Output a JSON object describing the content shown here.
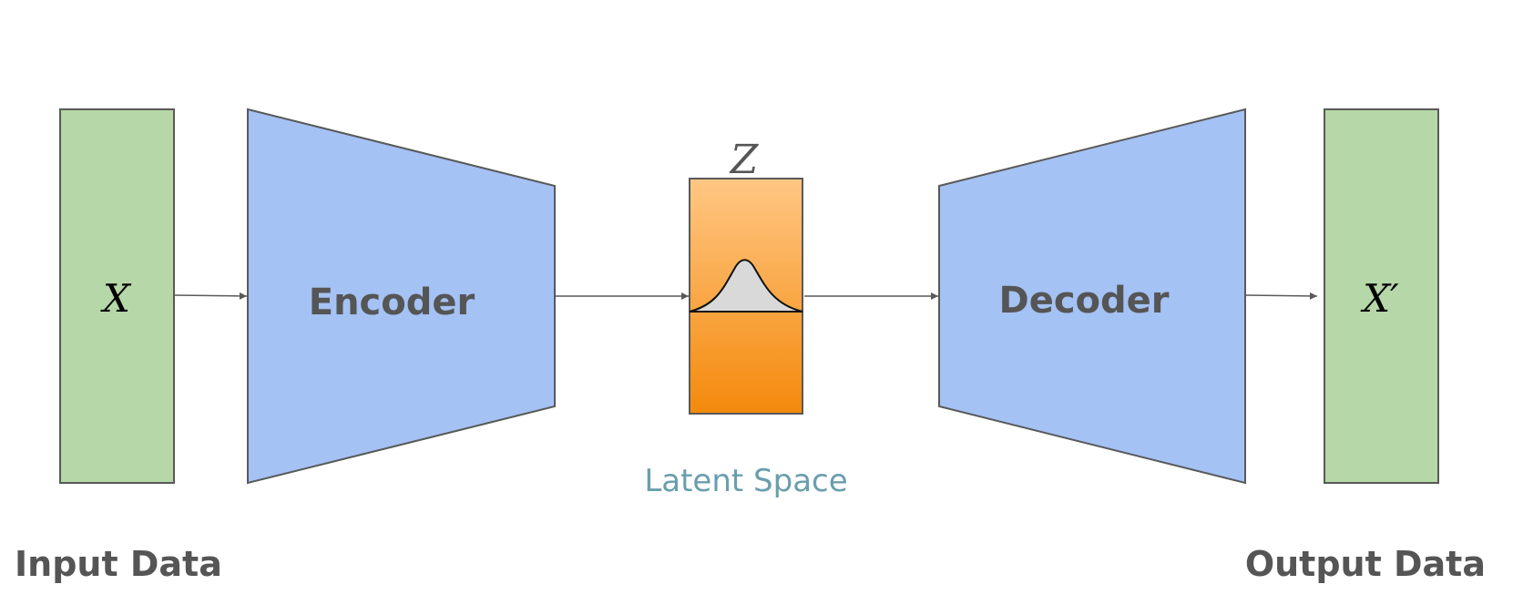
{
  "input": {
    "symbol": "X",
    "caption": "Input Data"
  },
  "encoder": {
    "label": "Encoder"
  },
  "latent": {
    "symbol": "Z",
    "caption": "Latent Space"
  },
  "decoder": {
    "label": "Decoder"
  },
  "output": {
    "symbol": "X′",
    "caption": "Output Data"
  },
  "colors": {
    "data_box": "#b6d7a8",
    "network_block": "#a4c2f4",
    "latent_top": "#ffc784",
    "latent_bottom": "#f4890b",
    "distribution_fill": "#d9d9d9",
    "outline": "#595959",
    "text": "#555555",
    "latent_caption": "#6a9ead"
  }
}
